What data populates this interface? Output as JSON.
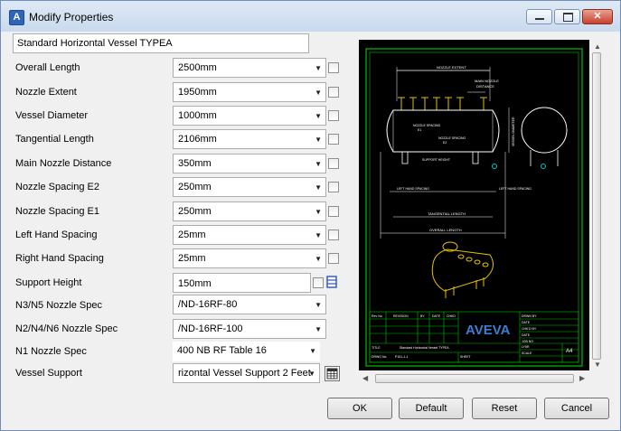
{
  "window": {
    "title": "Modify Properties",
    "app_icon_glyph": "A",
    "minimize_glyph": "",
    "maximize_glyph": "",
    "close_glyph": "✕"
  },
  "name_field": {
    "value": "Standard Horizontal Vessel TYPEA"
  },
  "fields": [
    {
      "label": "Overall Length",
      "value": "2500mm"
    },
    {
      "label": "Nozzle Extent",
      "value": "1950mm"
    },
    {
      "label": "Vessel Diameter",
      "value": "1000mm"
    },
    {
      "label": "Tangential Length",
      "value": "2106mm"
    },
    {
      "label": "Main Nozzle Distance",
      "value": "350mm"
    },
    {
      "label": "Nozzle Spacing E2",
      "value": "250mm"
    },
    {
      "label": "Nozzle Spacing E1",
      "value": "250mm"
    },
    {
      "label": "Left Hand Spacing",
      "value": "25mm"
    },
    {
      "label": "Right Hand Spacing",
      "value": "25mm"
    }
  ],
  "support_height": {
    "label": "Support Height",
    "value": "150mm"
  },
  "specs": [
    {
      "label": "N3/N5 Nozzle Spec",
      "value": "/ND-16RF-80"
    },
    {
      "label": "N2/N4/N6 Nozzle Spec",
      "value": "/ND-16RF-100"
    },
    {
      "label": "N1 Nozzle Spec",
      "value": "400 NB RF Table 16"
    },
    {
      "label": "Vessel Support",
      "value": "rizontal Vessel Support 2 Feet"
    }
  ],
  "drawing": {
    "dims": {
      "nozzle_extent": "NOZZLE EXTENT",
      "main_nozzle": "MAIN NOZZLE",
      "distance": "DISTANCE",
      "nozzle_spacing_e1": "NOZZLE SPACING",
      "e1": "E1",
      "nozzle_spacing_e2": "NOZZLE SPACING",
      "e2": "E2",
      "support_height": "SUPPORT HEIGHT",
      "vessel_diameter": "VESSEL DIAMETER",
      "left_hand_spacing": "LEFT HAND SPACING",
      "right_hand_spacing": "LEFT HAND SPACING",
      "tangential_length": "TANGENTIAL LENGTH",
      "overall_length": "OVERALL LENGTH"
    },
    "title_block": {
      "rev_no": "Rev No",
      "revision": "REVISION",
      "by": "BY",
      "date": "DATE",
      "chkd": "CHKD",
      "logo": "AVEVA",
      "drwn_by": "DRWN BY",
      "date1": "DATE",
      "chk_by": "CHK'D BY",
      "date2": "DATE",
      "job_no": "JOB NO",
      "title_label": "TITLE",
      "title_value": "Standard Horizontal Vessel TYPEA",
      "dwg_no_label": "DRWG No",
      "dwg_no_value": "P101-1-1",
      "sheet": "SHEET",
      "lyer": "LY5R",
      "scale": "SCALE",
      "size": "A4"
    }
  },
  "buttons": {
    "ok": "OK",
    "default": "Default",
    "reset": "Reset",
    "cancel": "Cancel"
  },
  "colors": {
    "drawing_border": "#00c000",
    "drawing_lines": "#ffffff",
    "drawing_iso": "#e3c000",
    "nozzle_marker": "#00c8c8",
    "logo": "#3c7fd0"
  }
}
